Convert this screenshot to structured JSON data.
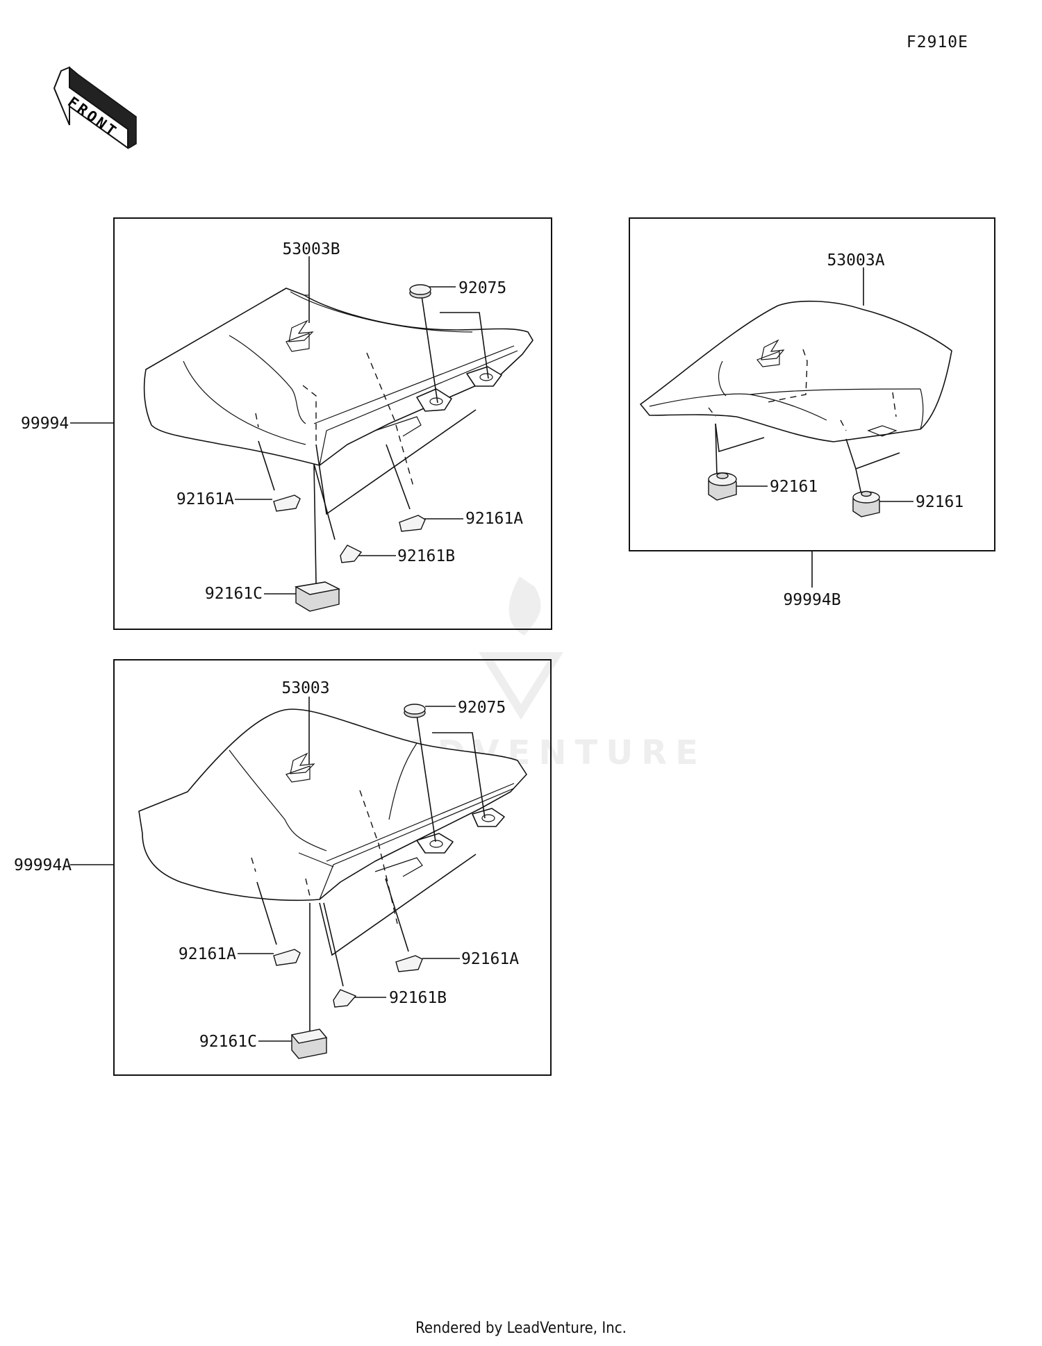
{
  "figure_code": "F2910E",
  "front_arrow_label": "FRONT",
  "watermark": "LEADVENTURE",
  "footer": "Rendered by LeadVenture, Inc.",
  "groups": [
    {
      "assembly": "99994",
      "parts": [
        "53003B",
        "92075",
        "92161A",
        "92161A",
        "92161B",
        "92161C"
      ]
    },
    {
      "assembly": "99994A",
      "parts": [
        "53003",
        "92075",
        "92161A",
        "92161A",
        "92161B",
        "92161C"
      ]
    },
    {
      "assembly": "99994B",
      "parts": [
        "53003A",
        "92161",
        "92161"
      ]
    }
  ]
}
